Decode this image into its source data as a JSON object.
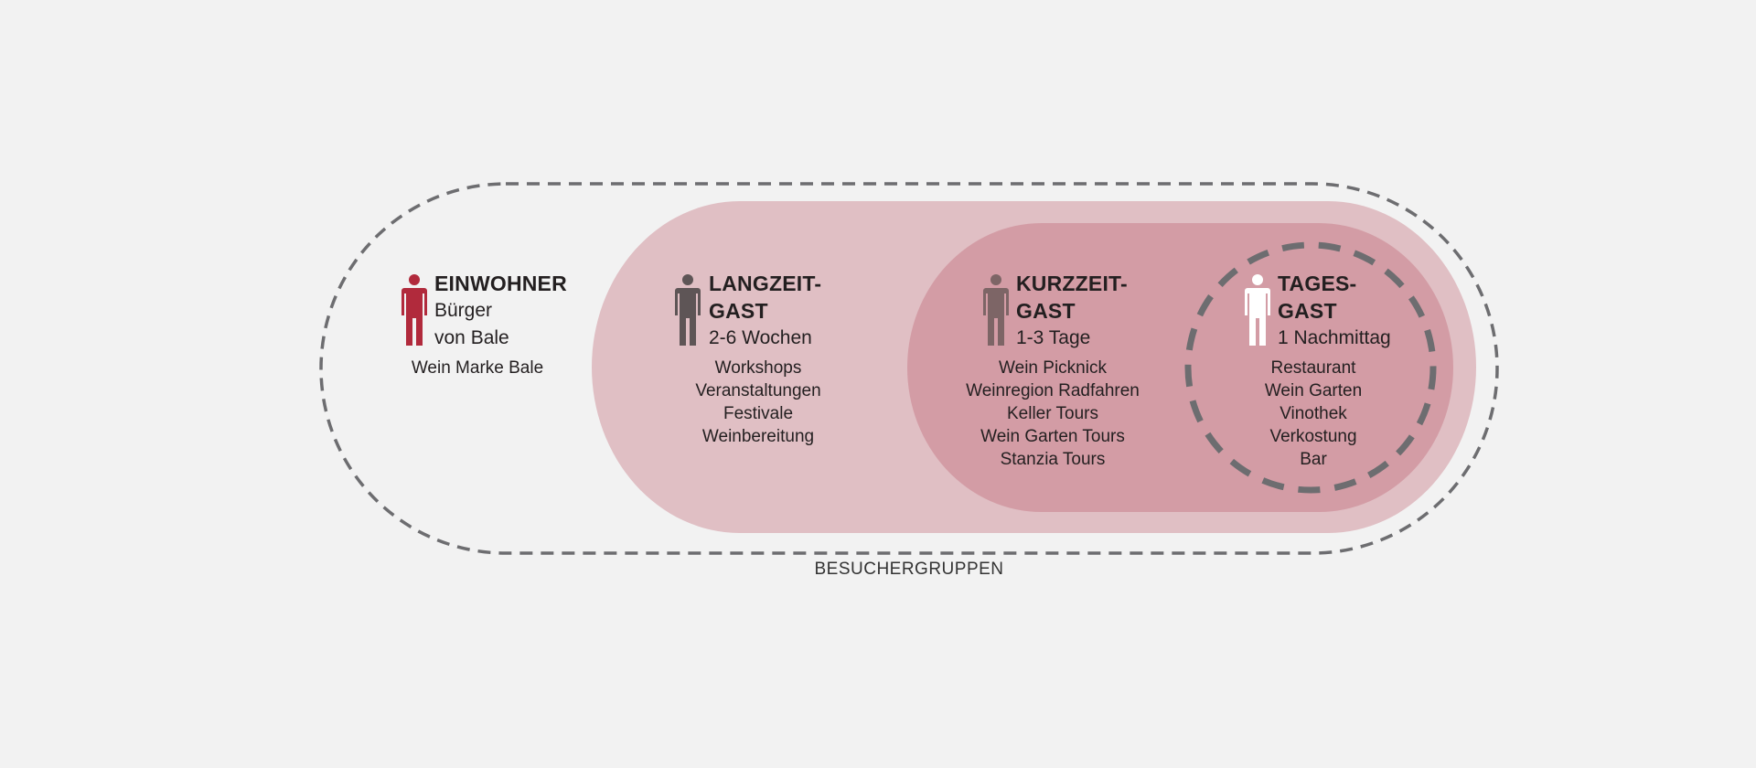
{
  "colors": {
    "outer_dash": "#6d6d70",
    "langzeit_fill": "#e0bfc4",
    "kurzzeit_fill": "#d39ca5",
    "einwohner_icon": "#b12a3c",
    "langzeit_icon": "#5e5556",
    "kurzzeit_icon": "#7d6566",
    "tages_icon": "#ffffff"
  },
  "caption": "BESUCHERGRUPPEN",
  "groups": [
    {
      "icon": "person-icon",
      "title1": "EINWOHNER",
      "sub1": "Bürger",
      "sub2": "von Bale",
      "items": [
        "Wein Marke Bale"
      ]
    },
    {
      "icon": "person-icon",
      "title1": "LANGZEIT-",
      "title2": "GAST",
      "sub1": "2-6 Wochen",
      "items": [
        "Workshops",
        "Veranstaltungen",
        "Festivale",
        "Weinbereitung"
      ]
    },
    {
      "icon": "person-icon",
      "title1": "KURZZEIT-",
      "title2": "GAST",
      "sub1": "1-3 Tage",
      "items": [
        "Wein Picknick",
        "Weinregion Radfahren",
        "Keller Tours",
        "Wein Garten Tours",
        "Stanzia Tours"
      ]
    },
    {
      "icon": "person-icon",
      "title1": "TAGES-",
      "title2": "GAST",
      "sub1": "1 Nachmittag",
      "items": [
        "Restaurant",
        "Wein Garten",
        "Vinothek",
        "Verkostung",
        "Bar"
      ]
    }
  ]
}
